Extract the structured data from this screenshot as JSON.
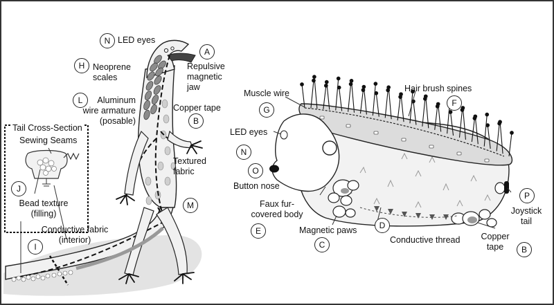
{
  "lizard": {
    "labels": {
      "led_eyes": "LED eyes",
      "neoprene": "Neoprene\nscales",
      "jaw": "Repulsive\nmagnetic\njaw",
      "aluminum": "Aluminum\nwire armature\n(posable)",
      "copper_tape": "Copper tape",
      "textured": "Textured\nfabric",
      "conductive_fabric": "Conductive fabric\n(interior)"
    },
    "badges": {
      "led_eyes": "N",
      "jaw": "A",
      "neoprene": "H",
      "aluminum": "L",
      "copper": "B",
      "textured": "M",
      "conductive": "I",
      "bead": "J"
    }
  },
  "tail_section": {
    "title": "Tail Cross-Section",
    "seams": "Sewing Seams",
    "bead": "Bead texture\n(filling)"
  },
  "hedgehog": {
    "labels": {
      "muscle_wire": "Muscle wire",
      "hair_brush": "Hair brush spines",
      "led_eyes": "LED eyes",
      "button_nose": "Button nose",
      "faux_fur": "Faux fur-\ncovered body",
      "magnetic_paws": "Magnetic paws",
      "conductive_thread": "Conductive thread",
      "copper_tape": "Copper\ntape",
      "joystick": "Joystick\ntail"
    },
    "badges": {
      "muscle_wire": "G",
      "hair_brush": "F",
      "led_eyes": "N",
      "button_nose": "O",
      "faux_fur": "E",
      "magnetic_paws": "C",
      "conductive_thread": "D",
      "copper": "B",
      "joystick": "P"
    }
  }
}
